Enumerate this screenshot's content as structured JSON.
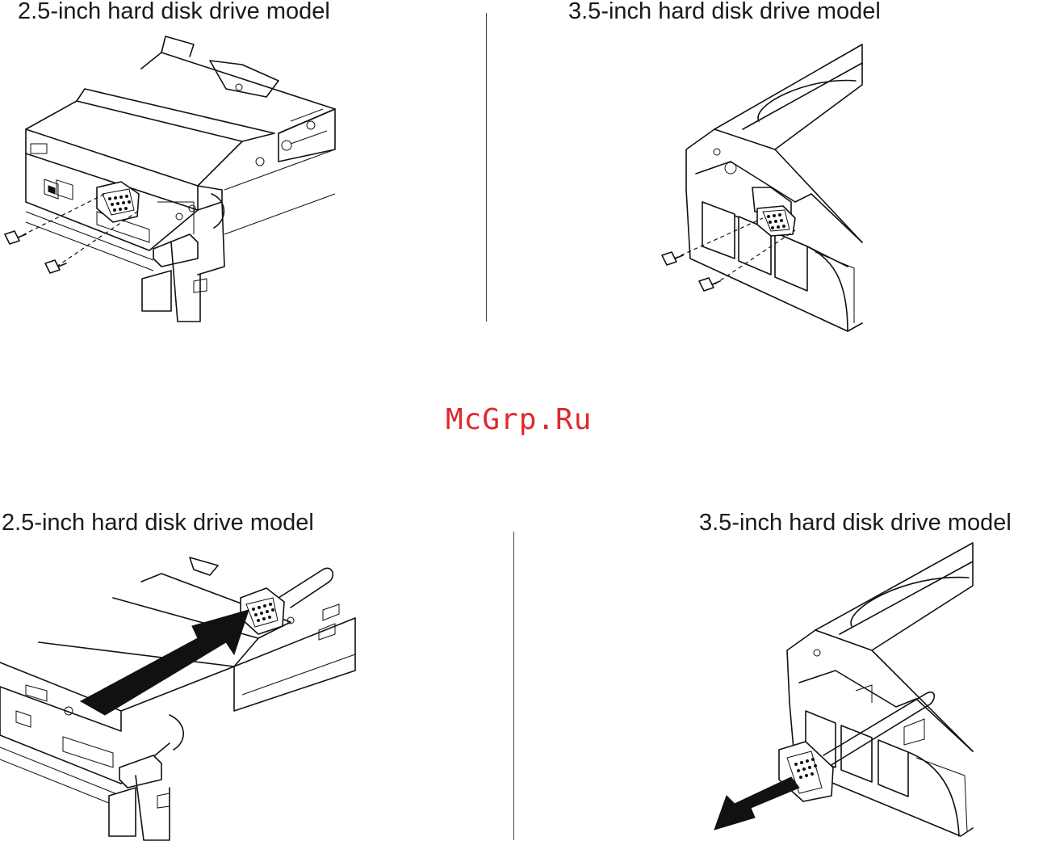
{
  "captions": {
    "top_left": "2.5-inch hard disk drive model",
    "top_right": "3.5-inch hard disk drive model",
    "bottom_left": "2.5-inch hard disk drive model",
    "bottom_right": "3.5-inch hard disk drive model"
  },
  "watermark": "McGrp.Ru"
}
